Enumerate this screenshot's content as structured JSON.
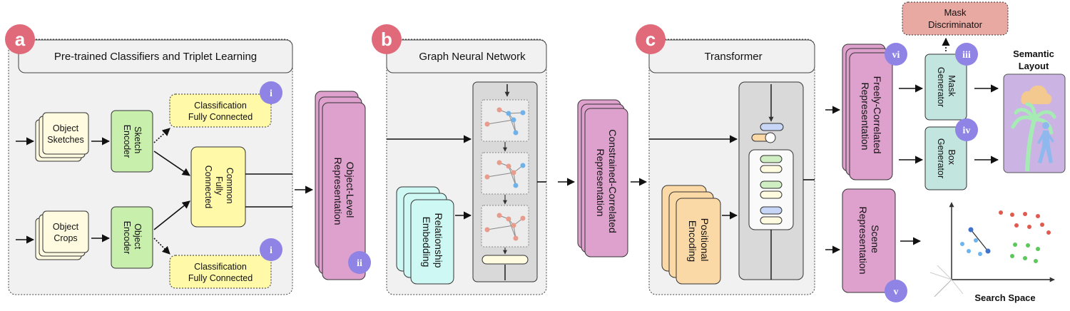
{
  "sections": {
    "a": {
      "badge": "a",
      "title": "Pre-trained Classifiers and Triplet Learning"
    },
    "b": {
      "badge": "b",
      "title": "Graph Neural Network"
    },
    "c": {
      "badge": "c",
      "title": "Transformer"
    }
  },
  "inputs": {
    "sketches": [
      "Object",
      "Sketches"
    ],
    "crops": [
      "Object",
      "Crops"
    ]
  },
  "encoders": {
    "sketch": [
      "Sketch",
      "Encoder"
    ],
    "object": [
      "Object",
      "Encoder"
    ]
  },
  "classifiers": {
    "top": [
      "Classification",
      "Fully Connected"
    ],
    "bottom": [
      "Classification",
      "Fully Connected"
    ]
  },
  "common": [
    "Common",
    "Fully",
    "Connected"
  ],
  "representations": {
    "object_level": [
      "Object-Level",
      "Representation"
    ],
    "constrained": [
      "Constrained-Correlated",
      "Representation"
    ],
    "freely": [
      "Freely-Correlated",
      "Representation"
    ],
    "scene": [
      "Scene",
      "Representation"
    ]
  },
  "relationship": [
    "Relationship",
    "Embedding"
  ],
  "positional": [
    "Positional",
    "Encoding"
  ],
  "generators": {
    "mask": [
      "Mask",
      "Generator"
    ],
    "box": [
      "Box",
      "Generator"
    ]
  },
  "discriminator": [
    "Mask",
    "Discriminator"
  ],
  "outputs": {
    "layout": [
      "Semantic",
      "Layout"
    ],
    "search": "Search Space"
  },
  "badges": {
    "i_top": "i",
    "i_bottom": "i",
    "ii": "ii",
    "iii": "iii",
    "iv": "iv",
    "v": "v",
    "vi": "vi"
  },
  "colors": {
    "badge_letter": "#e06a7a",
    "badge_roman": "#8f84e6",
    "input": "#fffbe0",
    "encoder": "#c9efad",
    "classifier": "#fff9a8",
    "representation": "#dea0cc",
    "relationship": "#cdf8f4",
    "positional": "#fbd9a6",
    "generator": "#c2e6df",
    "discriminator": "#e8a9a3",
    "layout_bg": "#cbb4e4",
    "panel": "#f1f1f1"
  }
}
